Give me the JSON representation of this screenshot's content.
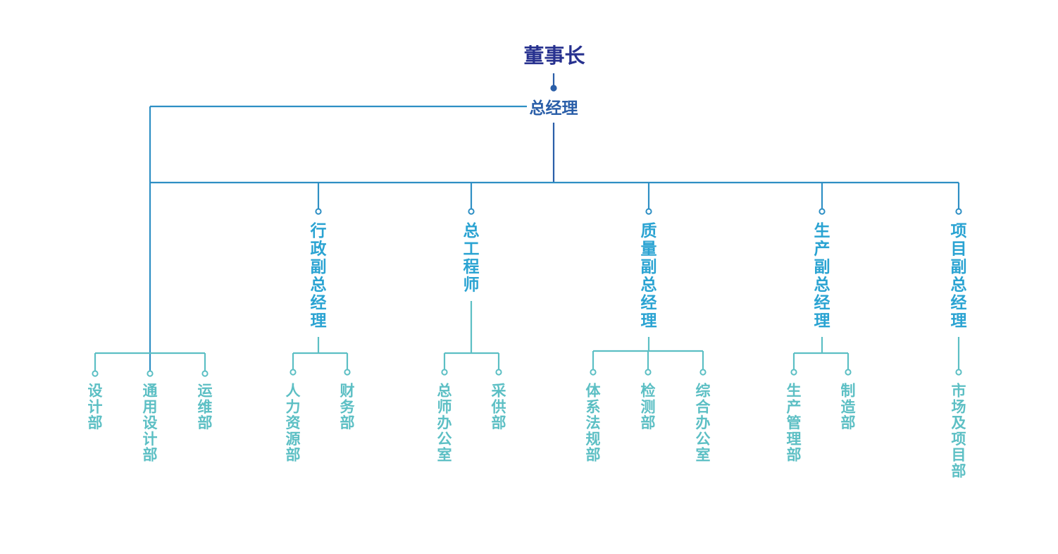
{
  "colors": {
    "top": "#27318f",
    "mid": "#2a5ea8",
    "line_blue": "#2e8fc4",
    "level2": "#2aa3d2",
    "level3": "#5cbfc4"
  },
  "org": {
    "chairman": "董事长",
    "gm": "总经理",
    "vps": [
      {
        "id": "admin",
        "title": "行政副总经理",
        "depts": [
          "人力资源部",
          "财务部"
        ]
      },
      {
        "id": "chief-engineer",
        "title": "总工程师",
        "depts": [
          "总师办公室",
          "采供部"
        ]
      },
      {
        "id": "quality",
        "title": "质量副总经理",
        "depts": [
          "体系法规部",
          "检测部",
          "综合办公室"
        ]
      },
      {
        "id": "production",
        "title": "生产副总经理",
        "depts": [
          "生产管理部",
          "制造部"
        ]
      },
      {
        "id": "project",
        "title": "项目副总经理",
        "depts": [
          "市场及项目部"
        ]
      }
    ],
    "gm_direct_depts": [
      "设计部",
      "通用设计部",
      "运维部"
    ]
  }
}
